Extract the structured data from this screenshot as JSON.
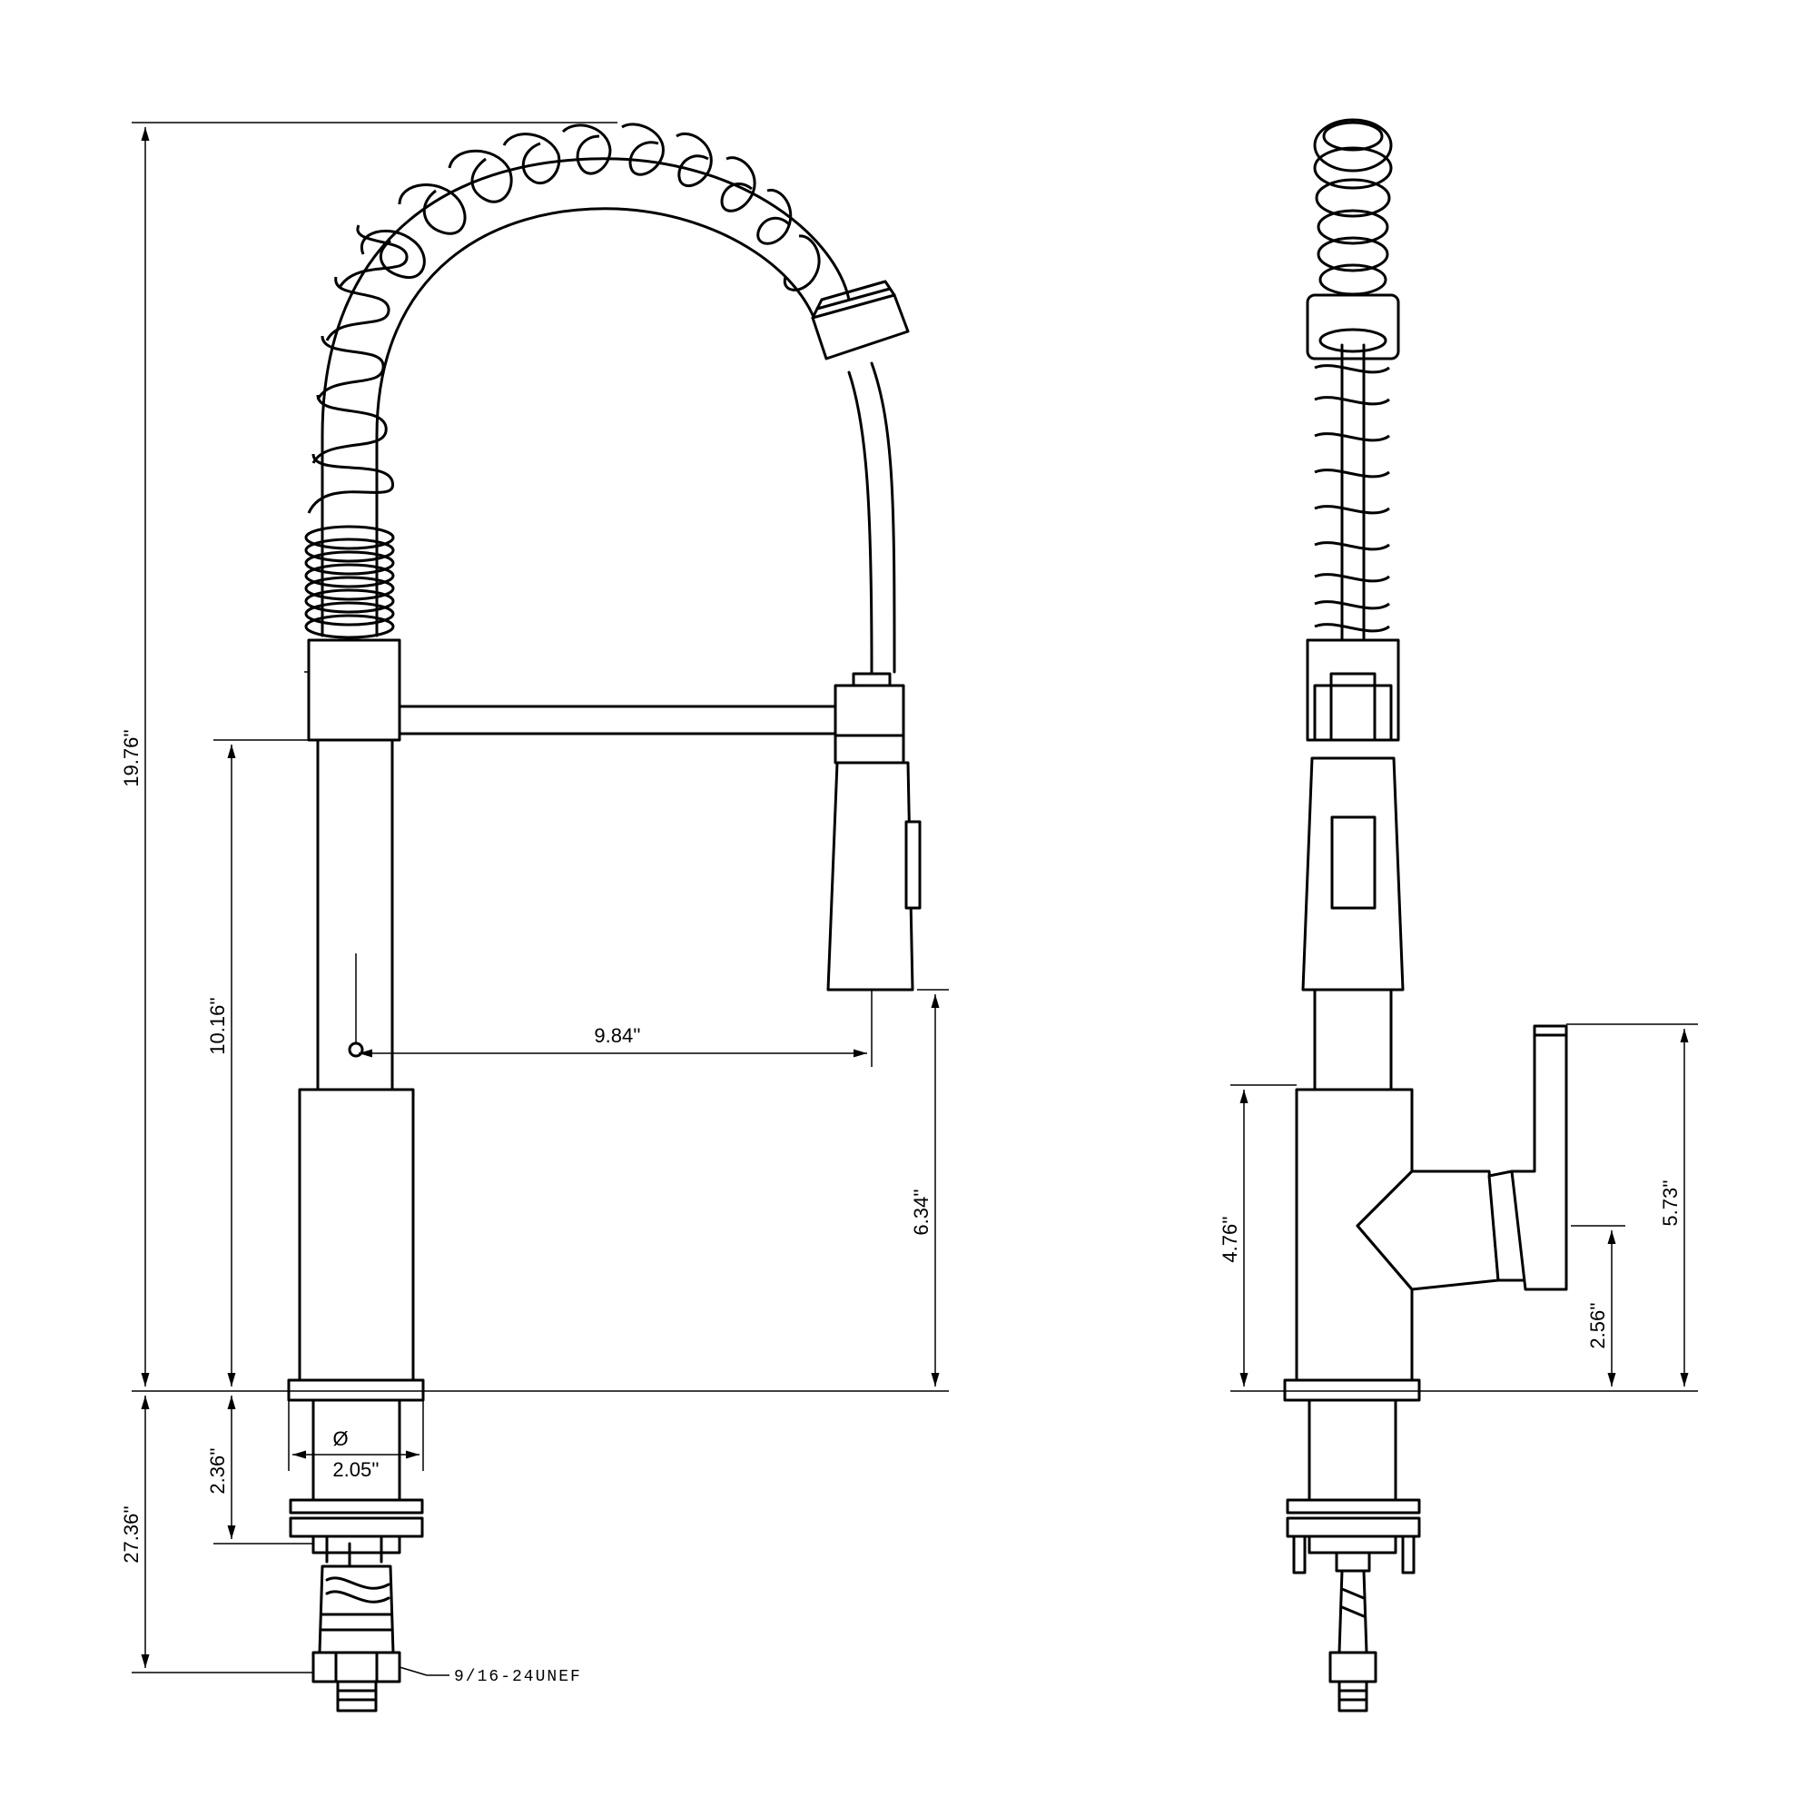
{
  "dimensions": {
    "total_height": "19.76''",
    "spout_height": "10.16''",
    "spout_reach": "9.84''",
    "spray_clearance": "6.34''",
    "shank_length": "2.36''",
    "total_with_supply": "27.36''",
    "base_diameter_symbol": "Ø",
    "base_diameter": "2.05''",
    "thread_spec": "9/16-24UNEF",
    "side_body_height": "4.76''",
    "side_handle_height": "5.73''",
    "side_handle_pivot": "2.56''"
  }
}
